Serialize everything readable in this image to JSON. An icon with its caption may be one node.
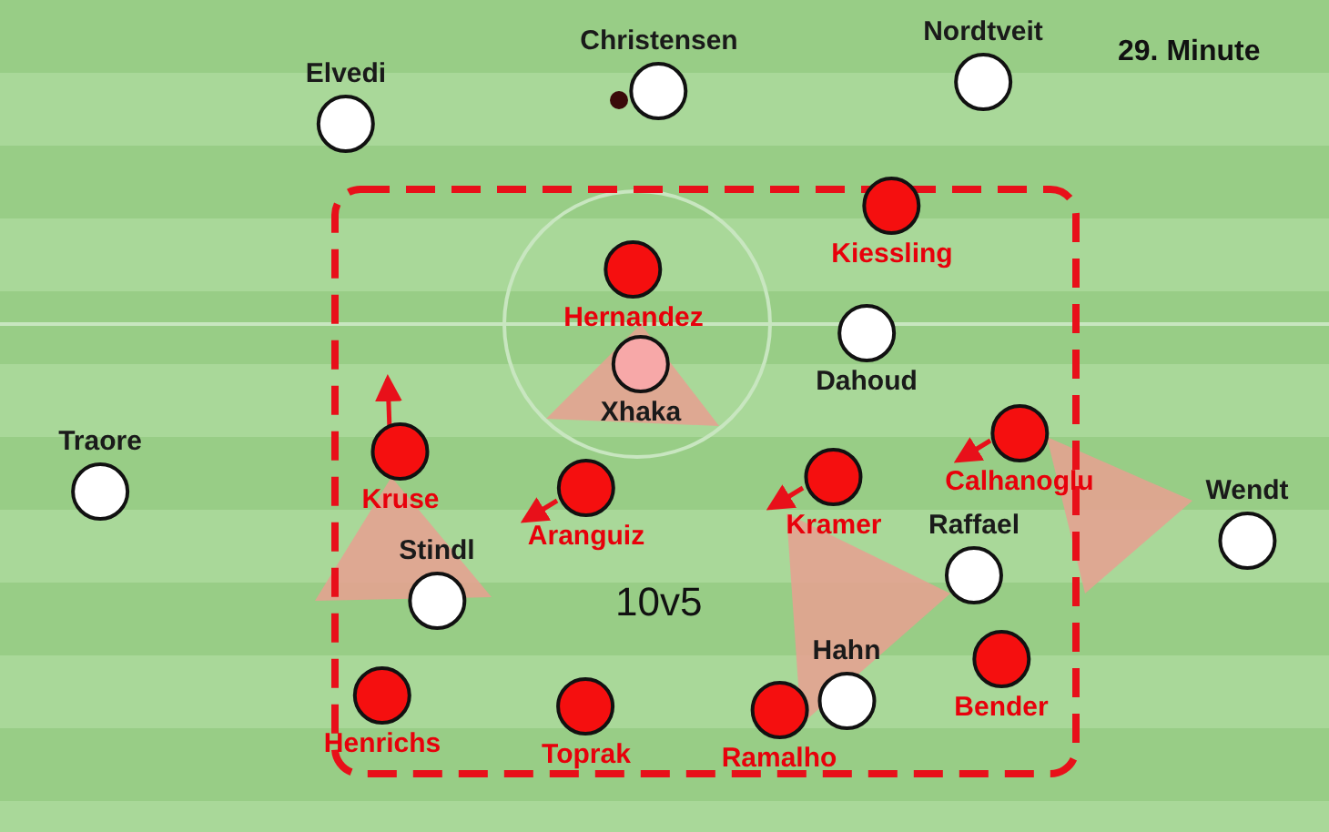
{
  "diagram": {
    "nodes": [
      {
        "text": [
          "Christensen"
        ]
      },
      {
        "text": [
          "Nordtveit"
        ]
      },
      {
        "text": [
          "Elvedi"
        ]
      },
      {
        "text": [
          "Kiessling"
        ]
      },
      {
        "text": [
          "Hernandez"
        ]
      },
      {
        "text": [
          "Dahoud"
        ]
      },
      {
        "text": [
          "Xhaka"
        ]
      },
      {
        "text": [
          "Traore"
        ]
      },
      {
        "text": [
          "Calhanoglu"
        ]
      },
      {
        "text": [
          "Kruse"
        ]
      },
      {
        "text": [
          "Aranguiz"
        ]
      },
      {
        "text": [
          "Kramer"
        ]
      },
      {
        "text": [
          "Raffael"
        ]
      },
      {
        "text": [
          "Wendt"
        ]
      },
      {
        "text": [
          "Stindl"
        ]
      },
      {
        "text": [
          "Hahn"
        ]
      },
      {
        "text": [
          "Bender"
        ]
      },
      {
        "text": [
          "Henrichs"
        ]
      },
      {
        "text": [
          "Toprak"
        ]
      },
      {
        "text": [
          "Ramalho"
        ]
      }
    ],
    "labels": [
      "29. Minute",
      "10v5"
    ]
  }
}
